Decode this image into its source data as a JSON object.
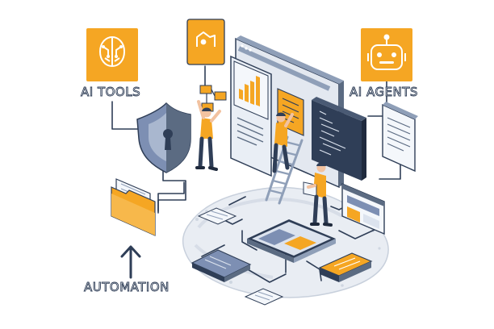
{
  "labels": {
    "ai_tools": "AI TOOLS",
    "ai_agents": "AI AGENTS",
    "automation": "AUTOMATION"
  },
  "icons": {
    "ai_tools": "brain-icon",
    "ai_agents": "robot-face-icon",
    "workflow": "workflow-icon",
    "security": "shield-lock-icon",
    "automation": "folder-icon",
    "arrow": "up-arrow-icon"
  },
  "colors": {
    "accent_orange": "#F5A623",
    "navy": "#2F3E57",
    "slate": "#5B6B82",
    "light_blue": "#DCE3EE",
    "screen_blue": "#7D8FB3",
    "skin": "#F2C2A0"
  }
}
